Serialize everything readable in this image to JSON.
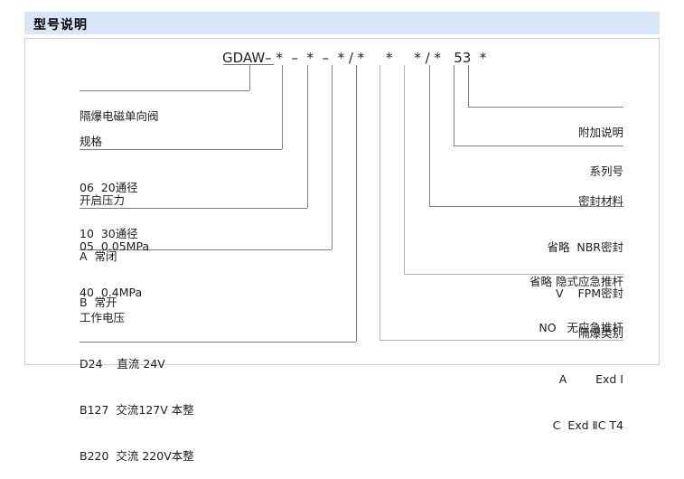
{
  "header": {
    "title": "型号说明"
  },
  "model_code": {
    "full": "GDAW– *  –  *  –  * / *     *     * / *   53  *",
    "prefix": "GDAW",
    "tokens": [
      "–",
      "*",
      "–",
      "*",
      "–",
      "*",
      "/",
      "*",
      "*",
      "*",
      "/",
      "*",
      "53",
      "*"
    ],
    "series_number": "53"
  },
  "left_groups": [
    {
      "id": "product-name",
      "lines": [
        "隔爆电磁单向阀"
      ]
    },
    {
      "id": "specification",
      "lines": [
        "规格",
        "06  20通径",
        "10  30通径"
      ]
    },
    {
      "id": "opening-pressure",
      "lines": [
        "开启压力",
        "05  0.05MPa",
        "40  0.4MPa"
      ]
    },
    {
      "id": "valve-state",
      "lines": [
        "A  常闭",
        "B  常开"
      ]
    },
    {
      "id": "working-voltage",
      "lines": [
        "工作电压",
        "D24    直流 24V",
        "B127  交流127V 本整",
        "B220  交流 220V本整"
      ]
    }
  ],
  "right_groups": [
    {
      "id": "additional-note",
      "lines": [
        "附加说明"
      ]
    },
    {
      "id": "series-number",
      "lines": [
        "系列号"
      ]
    },
    {
      "id": "seal-material",
      "lines": [
        "密封材料",
        "省略  NBR密封",
        "V    FPM密封"
      ]
    },
    {
      "id": "emergency-push-rod",
      "lines": [
        "省略 隐式应急推杆",
        "NO   无应急推杆"
      ]
    },
    {
      "id": "explosion-proof-class",
      "lines": [
        "隔爆类别",
        "A        Exd Ⅰ",
        "C  Exd ⅡC T4"
      ]
    }
  ],
  "colors": {
    "title_bar": "#d7e7f7",
    "panel_border": "#cfcfcf",
    "leader_line": "#7d7d7d",
    "leader_line_light": "#b4b4b4",
    "text": "#1c1c1c"
  }
}
